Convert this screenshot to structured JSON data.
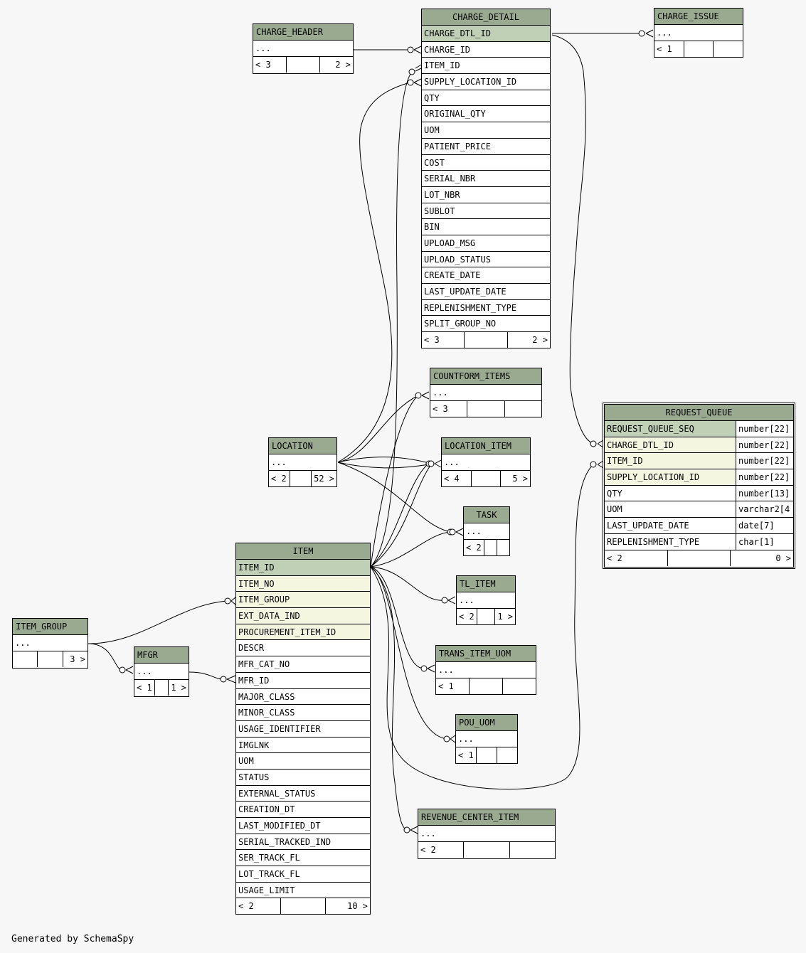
{
  "footer_text": "Generated by SchemaSpy",
  "colors": {
    "header": "#9aaa90",
    "primary_key": "#bfd0b6",
    "foreign_key": "#f4f6e0",
    "background": "#f7f7f7"
  },
  "tables": {
    "charge_header": {
      "name": "CHARGE_HEADER",
      "rows": [
        "..."
      ],
      "footer": [
        "< 3",
        "",
        "2 >"
      ]
    },
    "charge_detail": {
      "name": "CHARGE_DETAIL",
      "columns": [
        "CHARGE_DTL_ID",
        "CHARGE_ID",
        "ITEM_ID",
        "SUPPLY_LOCATION_ID",
        "QTY",
        "ORIGINAL_QTY",
        "UOM",
        "PATIENT_PRICE",
        "COST",
        "SERIAL_NBR",
        "LOT_NBR",
        "SUBLOT",
        "BIN",
        "UPLOAD_MSG",
        "UPLOAD_STATUS",
        "CREATE_DATE",
        "LAST_UPDATE_DATE",
        "REPLENISHMENT_TYPE",
        "SPLIT_GROUP_NO"
      ],
      "footer": [
        "< 3",
        "",
        "2 >"
      ]
    },
    "charge_issue": {
      "name": "CHARGE_ISSUE",
      "rows": [
        "..."
      ],
      "footer": [
        "< 1",
        "",
        ""
      ]
    },
    "countform_items": {
      "name": "COUNTFORM_ITEMS",
      "rows": [
        "..."
      ],
      "footer": [
        "< 3",
        "",
        ""
      ]
    },
    "location": {
      "name": "LOCATION",
      "rows": [
        "..."
      ],
      "footer": [
        "< 2",
        "",
        "52 >"
      ]
    },
    "location_item": {
      "name": "LOCATION_ITEM",
      "rows": [
        "..."
      ],
      "footer": [
        "< 4",
        "",
        "5 >"
      ]
    },
    "task": {
      "name": "TASK",
      "rows": [
        "..."
      ],
      "footer": [
        "< 2",
        "",
        ""
      ]
    },
    "tl_item": {
      "name": "TL_ITEM",
      "rows": [
        "..."
      ],
      "footer": [
        "< 2",
        "",
        "1 >"
      ]
    },
    "trans_item_uom": {
      "name": "TRANS_ITEM_UOM",
      "rows": [
        "..."
      ],
      "footer": [
        "< 1",
        "",
        ""
      ]
    },
    "pou_uom": {
      "name": "POU_UOM",
      "rows": [
        "..."
      ],
      "footer": [
        "< 1",
        "",
        ""
      ]
    },
    "revenue_center_item": {
      "name": "REVENUE_CENTER_ITEM",
      "rows": [
        "..."
      ],
      "footer": [
        "< 2",
        "",
        ""
      ]
    },
    "item_group": {
      "name": "ITEM_GROUP",
      "rows": [
        "..."
      ],
      "footer": [
        "",
        "",
        "3 >"
      ]
    },
    "mfgr": {
      "name": "MFGR",
      "rows": [
        "..."
      ],
      "footer": [
        "< 1",
        "",
        "1 >"
      ]
    },
    "item": {
      "name": "ITEM",
      "columns": [
        "ITEM_ID",
        "ITEM_NO",
        "ITEM_GROUP",
        "EXT_DATA_IND",
        "PROCUREMENT_ITEM_ID",
        "DESCR",
        "MFR_CAT_NO",
        "MFR_ID",
        "MAJOR_CLASS",
        "MINOR_CLASS",
        "USAGE_IDENTIFIER",
        "IMGLNK",
        "UOM",
        "STATUS",
        "EXTERNAL_STATUS",
        "CREATION_DT",
        "LAST_MODIFIED_DT",
        "SERIAL_TRACKED_IND",
        "SER_TRACK_FL",
        "LOT_TRACK_FL",
        "USAGE_LIMIT"
      ],
      "footer": [
        "< 2",
        "",
        "10 >"
      ]
    },
    "request_queue": {
      "name": "REQUEST_QUEUE",
      "columns": [
        {
          "name": "REQUEST_QUEUE_SEQ",
          "type": "number[22]"
        },
        {
          "name": "CHARGE_DTL_ID",
          "type": "number[22]"
        },
        {
          "name": "ITEM_ID",
          "type": "number[22]"
        },
        {
          "name": "SUPPLY_LOCATION_ID",
          "type": "number[22]"
        },
        {
          "name": "QTY",
          "type": "number[13]"
        },
        {
          "name": "UOM",
          "type": "varchar2[4"
        },
        {
          "name": "LAST_UPDATE_DATE",
          "type": "date[7]"
        },
        {
          "name": "REPLENISHMENT_TYPE",
          "type": "char[1]"
        }
      ],
      "footer": [
        "< 2",
        "",
        "0 >"
      ]
    }
  }
}
